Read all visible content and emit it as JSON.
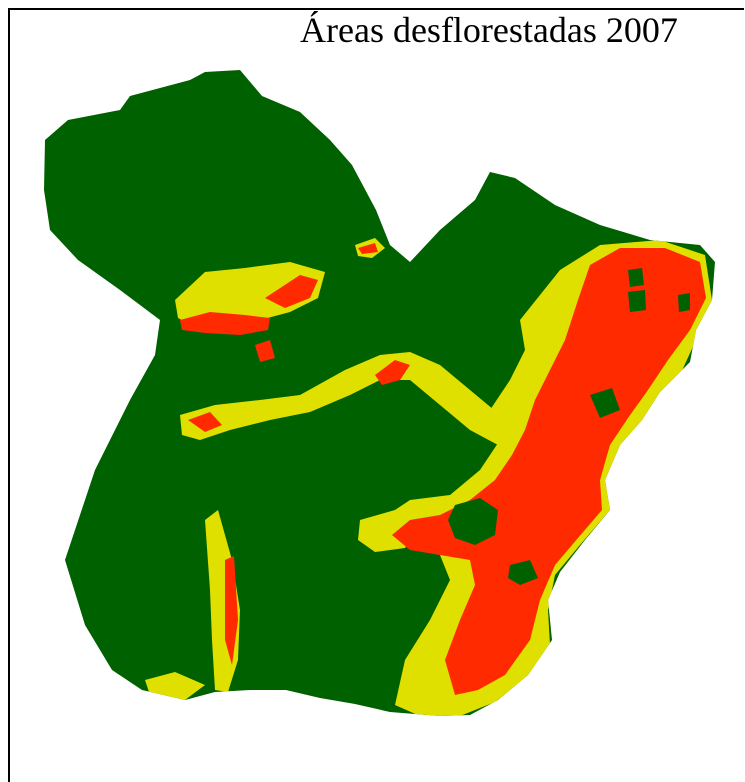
{
  "map": {
    "title": "Áreas desflorestadas 2007",
    "colors": {
      "forest": "#006100",
      "medium": "#e0e000",
      "high": "#ff2a00",
      "background": "#ffffff",
      "frame": "#000000"
    },
    "classes": [
      {
        "key": "forest",
        "description": "",
        "color": "#006100"
      },
      {
        "key": "medium",
        "description": "",
        "color": "#e0e000"
      },
      {
        "key": "high",
        "description": "",
        "color": "#ff2a00"
      }
    ]
  }
}
